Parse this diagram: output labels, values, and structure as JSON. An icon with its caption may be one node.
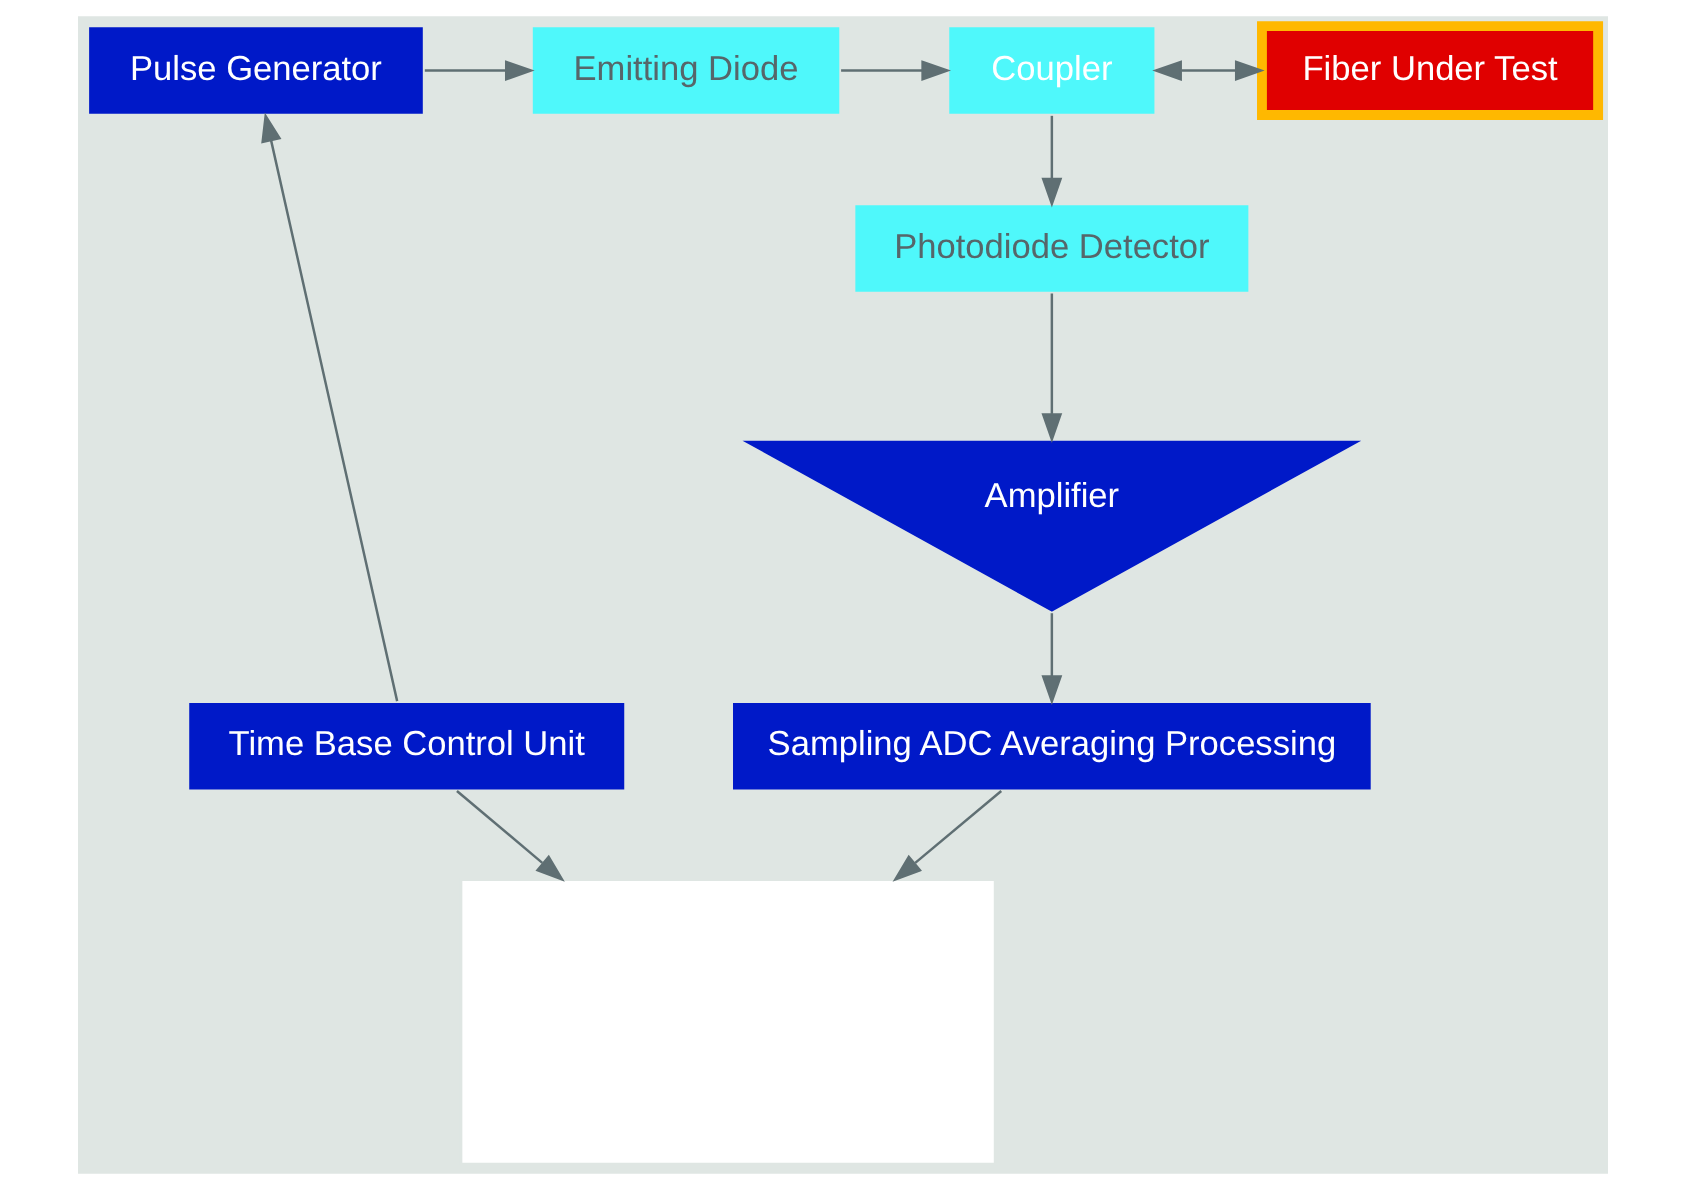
{
  "diagram": {
    "nodes": [
      {
        "text": [
          "Pulse Generator"
        ]
      },
      {
        "text": [
          "Emitting Diode"
        ]
      },
      {
        "text": [
          "Coupler"
        ]
      },
      {
        "text": [
          "Photodiode Detector"
        ]
      },
      {
        "text": [
          "Amplifier"
        ]
      },
      {
        "text": [
          "Sampling ADC Averaging Processing"
        ]
      },
      {
        "text": [
          "Time Base Control Unit"
        ]
      },
      {
        "text": [
          "Fiber Under Test"
        ]
      },
      {
        "text": [],
        "shape": "box"
      }
    ],
    "edges": [
      {
        "from": 6,
        "to": 0,
        "arrow": "to"
      },
      {
        "from": 0,
        "to": 1,
        "arrow": "to"
      },
      {
        "from": 1,
        "to": 2,
        "arrow": "to"
      },
      {
        "from": 2,
        "to": 7,
        "arrow": "both"
      },
      {
        "from": 2,
        "to": 3,
        "arrow": "to"
      },
      {
        "from": 3,
        "to": 4,
        "arrow": "to"
      },
      {
        "from": 4,
        "to": 5,
        "arrow": "to"
      },
      {
        "from": 6,
        "to": 8,
        "arrow": "to"
      },
      {
        "from": 5,
        "to": 8,
        "arrow": "to"
      }
    ]
  }
}
